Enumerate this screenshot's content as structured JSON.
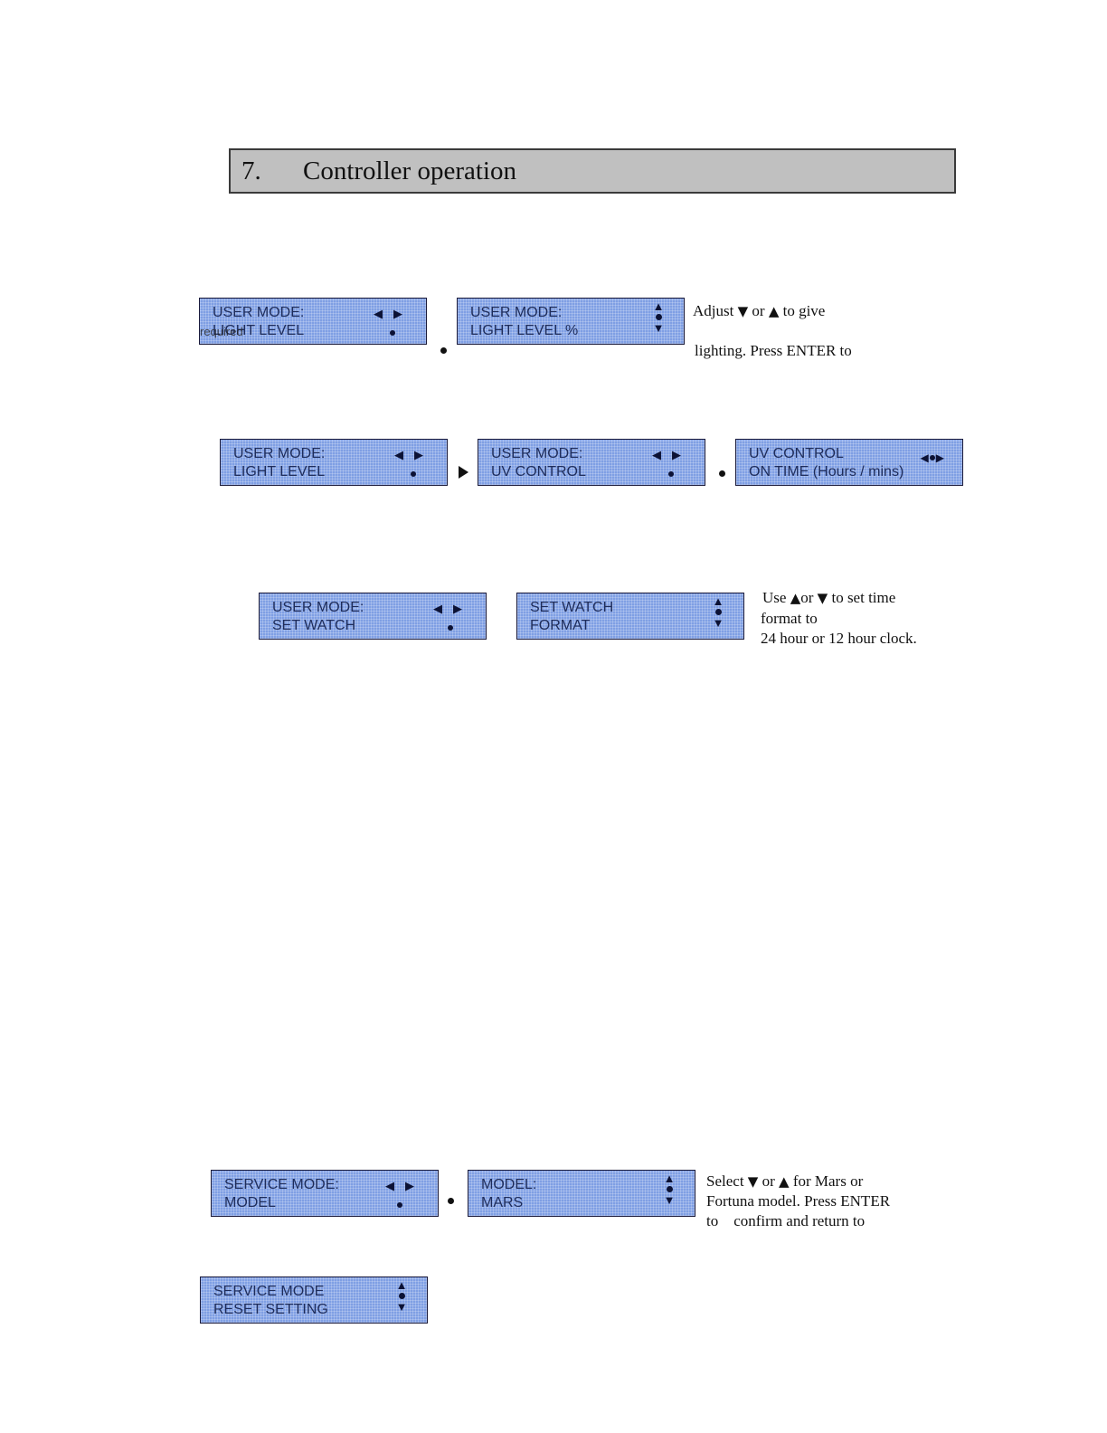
{
  "section": {
    "number": "7.",
    "title": "Controller operation"
  },
  "row1": {
    "lcd_a": {
      "line1": "USER MODE:",
      "line2": "LIGHT LEVEL",
      "overlap_text": "required"
    },
    "lcd_b": {
      "line1": "USER MODE:",
      "line2": "LIGHT LEVEL %"
    },
    "note": {
      "adjust_word": "Adjust",
      "or_word": "or",
      "to_give": "to give",
      "line2": "lighting. Press ENTER to"
    }
  },
  "row2": {
    "lcd_a": {
      "line1": "USER MODE:",
      "line2": "LIGHT LEVEL"
    },
    "lcd_b": {
      "line1": "USER MODE:",
      "line2": "UV CONTROL"
    },
    "lcd_c": {
      "line1": "UV CONTROL",
      "line2": "ON TIME (Hours / mins)"
    }
  },
  "row3": {
    "lcd_a": {
      "line1": "USER MODE:",
      "line2": "SET WATCH"
    },
    "lcd_b": {
      "line1": "SET WATCH",
      "line2": "FORMAT"
    },
    "note": {
      "use_word": "Use",
      "or_word": "or",
      "to_set_time": "to set time",
      "line2": "format to",
      "line3": "24 hour or 12 hour clock."
    }
  },
  "row4": {
    "lcd_a": {
      "line1": "SERVICE MODE:",
      "line2": "MODEL"
    },
    "lcd_b": {
      "line1": "MODEL:",
      "line2": "MARS"
    },
    "note": {
      "select_word": "Select",
      "or_word": "or",
      "for_mars": "for Mars or",
      "line2": "Fortuna model. Press ENTER",
      "line3": "to    confirm and return to"
    }
  },
  "row5": {
    "lcd_a": {
      "line1": "SERVICE MODE",
      "line2": "RESET SETTING"
    }
  },
  "glyphs": {
    "up": "▲",
    "down": "▼",
    "left": "◀",
    "right": "▶"
  }
}
